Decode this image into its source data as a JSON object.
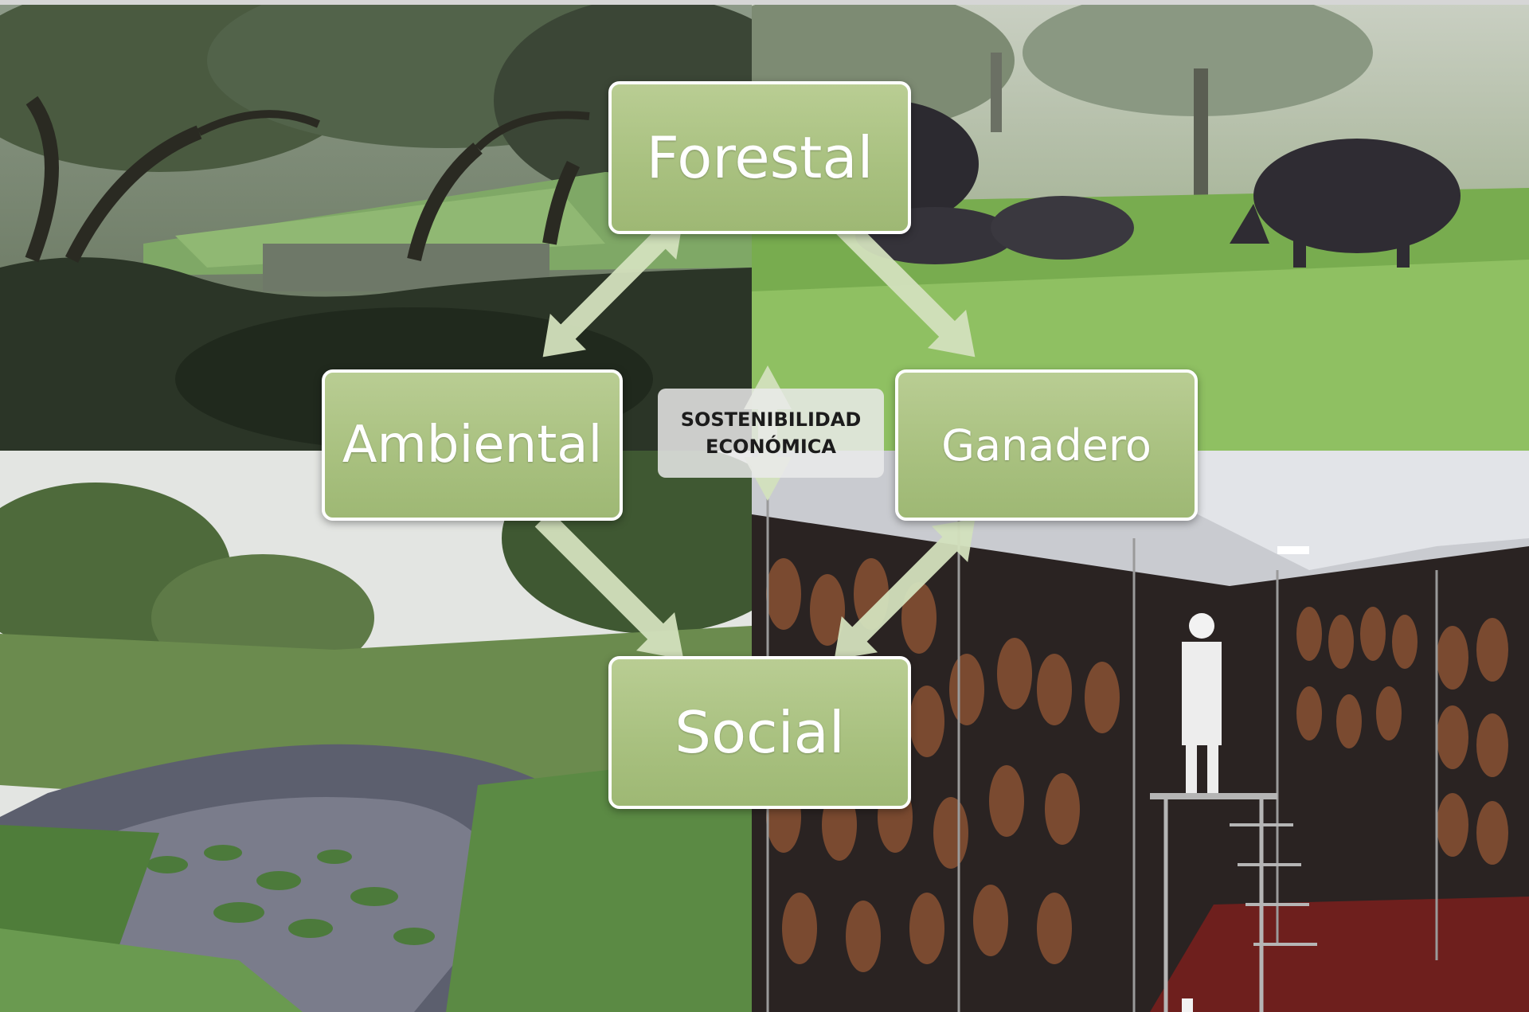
{
  "diagram": {
    "nodes": {
      "forestal": "Forestal",
      "ambiental": "Ambiental",
      "ganadero": "Ganadero",
      "social": "Social"
    },
    "center": {
      "line1": "SOSTENIBILIDAD",
      "line2": "ECONÓMICA"
    },
    "edges": [
      {
        "from": "Forestal",
        "to": "Ambiental",
        "direction": "both"
      },
      {
        "from": "Forestal",
        "to": "Ganadero",
        "direction": "to"
      },
      {
        "from": "Ambiental",
        "to": "Social",
        "direction": "to"
      },
      {
        "from": "Ganadero",
        "to": "Social",
        "direction": "both"
      },
      {
        "from": "SOSTENIBILIDAD ECONÓMICA",
        "to": "vertical",
        "direction": "both"
      }
    ],
    "photos": [
      {
        "name": "dehesa-oak-trees"
      },
      {
        "name": "iberian-pigs-grazing"
      },
      {
        "name": "river-with-water-lilies"
      },
      {
        "name": "ham-curing-cellar"
      }
    ]
  },
  "colors": {
    "node_fill": "#a9c180",
    "node_border": "#ffffff",
    "arrow_fill": "#d3e0bd",
    "center_box": "#ebebeb"
  }
}
